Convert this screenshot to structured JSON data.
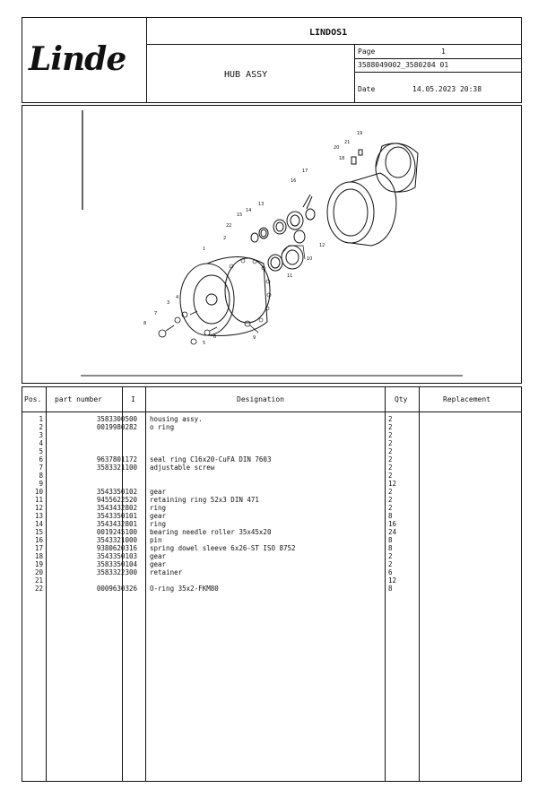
{
  "header": {
    "doc_title": "LINDOS1",
    "logo_text": "Linde",
    "assembly_name": "HUB ASSY",
    "page_label": "Page",
    "page_value": "1",
    "part_ref": "3588049002_3580204 01",
    "date_label": "Date",
    "date_value": "14.05.2023  20:38"
  },
  "diagram": {
    "callouts": [
      "1",
      "2",
      "3",
      "4",
      "5",
      "6",
      "7",
      "8",
      "9",
      "10",
      "11",
      "12",
      "13",
      "14",
      "15",
      "16",
      "17",
      "18",
      "19",
      "20",
      "21",
      "22"
    ]
  },
  "table": {
    "headers": {
      "pos": "Pos.",
      "part_number": "part number",
      "i": "I",
      "designation": "Designation",
      "qty": "Qty",
      "replacement": "Replacement"
    },
    "rows": [
      {
        "pos": "1",
        "part": "3583300500",
        "desc": "housing assy.",
        "qty": "2"
      },
      {
        "pos": "2",
        "part": "0019980282",
        "desc": "o ring",
        "qty": "2"
      },
      {
        "pos": "3",
        "part": "",
        "desc": "",
        "qty": "2"
      },
      {
        "pos": "4",
        "part": "",
        "desc": "",
        "qty": "2"
      },
      {
        "pos": "5",
        "part": "",
        "desc": "",
        "qty": "2"
      },
      {
        "pos": "6",
        "part": "9637801172",
        "desc": "seal ring C16x20-CuFA  DIN 7603",
        "qty": "2"
      },
      {
        "pos": "7",
        "part": "3583321100",
        "desc": "adjustable screw",
        "qty": "2"
      },
      {
        "pos": "8",
        "part": "",
        "desc": "",
        "qty": "2"
      },
      {
        "pos": "9",
        "part": "",
        "desc": "",
        "qty": "12"
      },
      {
        "pos": "10",
        "part": "3543350102",
        "desc": "gear",
        "qty": "2"
      },
      {
        "pos": "11",
        "part": "9455622520",
        "desc": "retaining ring 52x3  DIN 471",
        "qty": "2"
      },
      {
        "pos": "12",
        "part": "3543432802",
        "desc": "ring",
        "qty": "2"
      },
      {
        "pos": "13",
        "part": "3543350101",
        "desc": "gear",
        "qty": "8"
      },
      {
        "pos": "14",
        "part": "3543432801",
        "desc": "ring",
        "qty": "16"
      },
      {
        "pos": "15",
        "part": "0019245100",
        "desc": "bearing needle roller 35x45x20",
        "qty": "24"
      },
      {
        "pos": "16",
        "part": "3543321000",
        "desc": "pin",
        "qty": "8"
      },
      {
        "pos": "17",
        "part": "9380620316",
        "desc": "spring dowel sleeve 6x26-ST  ISO 8752",
        "qty": "8"
      },
      {
        "pos": "18",
        "part": "3543350103",
        "desc": "gear",
        "qty": "2"
      },
      {
        "pos": "19",
        "part": "3583350104",
        "desc": "gear",
        "qty": "2"
      },
      {
        "pos": "20",
        "part": "3583322300",
        "desc": "retainer",
        "qty": "6"
      },
      {
        "pos": "21",
        "part": "",
        "desc": "",
        "qty": "12"
      },
      {
        "pos": "22",
        "part": "0009630326",
        "desc": "O-ring 35x2-FKM80",
        "qty": "8"
      }
    ]
  }
}
